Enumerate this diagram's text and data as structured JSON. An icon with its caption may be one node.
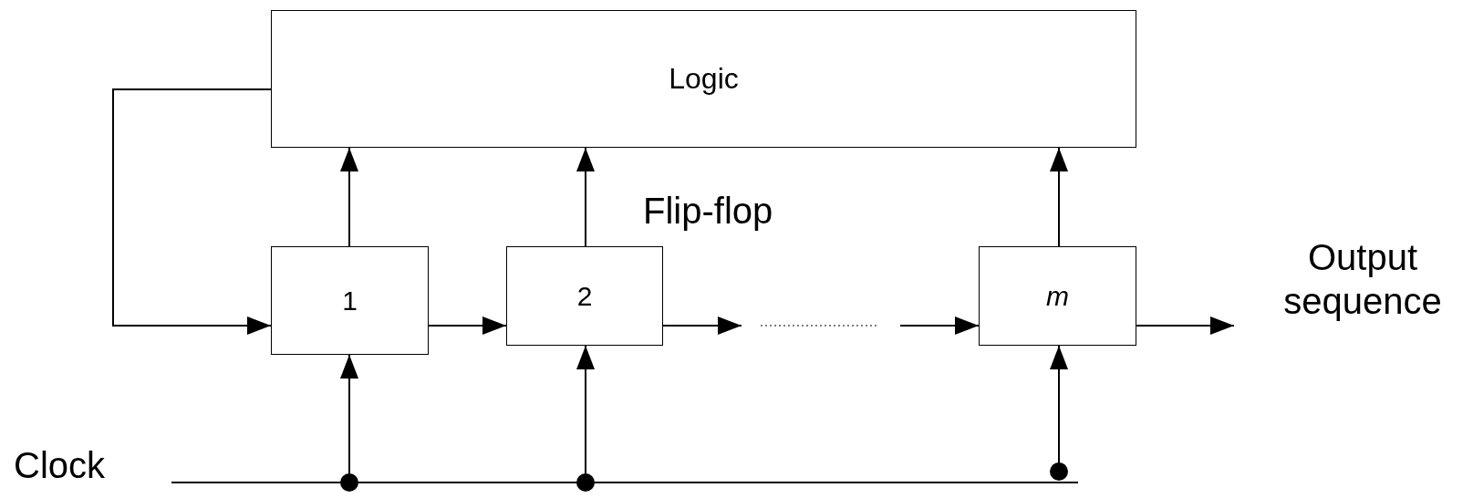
{
  "diagram": {
    "nodes": [
      {
        "text": [
          "Logic"
        ]
      },
      {
        "text": [
          "1"
        ]
      },
      {
        "text": [
          "2"
        ]
      },
      {
        "text": [
          "m"
        ]
      },
      {
        "text": [
          "Output sequence"
        ]
      },
      {
        "text": [],
        "shape": "bar",
        "beside": [
          "Clock"
        ]
      }
    ],
    "edges": [
      {
        "from": 1,
        "to": 0,
        "arrow": "to"
      },
      {
        "from": 2,
        "to": 0,
        "arrow": "to"
      },
      {
        "from": 3,
        "to": 0,
        "arrow": "to"
      },
      {
        "from": 0,
        "to": 1,
        "arrow": "to"
      },
      {
        "from": 1,
        "to": 2,
        "arrow": "to"
      },
      {
        "from": 2,
        "to": null,
        "arrow": "to"
      },
      {
        "from": null,
        "to": 3,
        "arrow": "to"
      },
      {
        "from": 3,
        "to": 4,
        "arrow": "to"
      },
      {
        "from": 5,
        "to": 1,
        "arrow": "to"
      },
      {
        "from": 5,
        "to": 2,
        "arrow": "to"
      },
      {
        "from": 5,
        "to": 3,
        "arrow": "to"
      }
    ],
    "labels": [
      "Flip-flop"
    ]
  }
}
